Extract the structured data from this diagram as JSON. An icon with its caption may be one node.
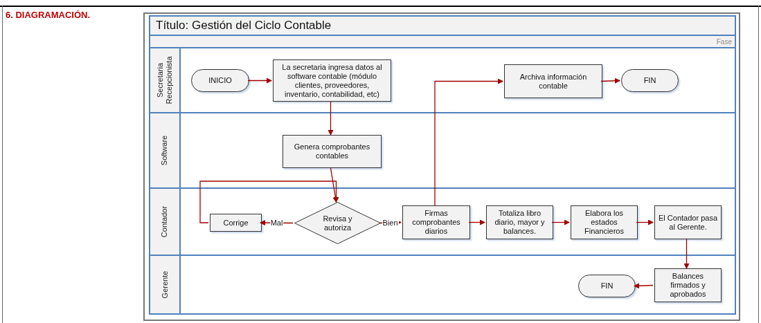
{
  "diagram": {
    "title": "Título: Gestión del Ciclo Contable",
    "nodes": [
      {
        "text": [
          "Secretaria Recepcionista"
        ]
      },
      {
        "text": [
          "Software"
        ]
      },
      {
        "text": [
          "Contador"
        ]
      },
      {
        "text": [
          "Gerente"
        ]
      },
      {
        "text": [
          "INICIO"
        ],
        "in": 0
      },
      {
        "text": [
          "La secretaria ingresa datos al software contable (módulo clientes, proveedores, inventario, contabilidad, etc)"
        ],
        "in": 0
      },
      {
        "text": [
          "Archiva información contable"
        ],
        "in": 0
      },
      {
        "text": [
          "FIN"
        ],
        "in": 0
      },
      {
        "text": [
          "Genera comprobantes contables"
        ],
        "in": 1
      },
      {
        "text": [
          "Corrige"
        ],
        "in": 2
      },
      {
        "text": [
          "Revisa y autoriza"
        ],
        "in": 2
      },
      {
        "text": [
          "Firmas comprobantes diarios"
        ],
        "in": 2
      },
      {
        "text": [
          "Totaliza libro diario, mayor y balances."
        ],
        "in": 2
      },
      {
        "text": [
          "Elabora los estados Financieros"
        ],
        "in": 2
      },
      {
        "text": [
          "El Contador pasa al Gerente."
        ],
        "in": 2
      },
      {
        "text": [
          "Balances firmados y aprobados"
        ],
        "in": 3
      },
      {
        "text": [
          "FIN"
        ],
        "in": 3
      }
    ],
    "edges": [
      {
        "from": 4,
        "to": 5,
        "arrow": "to"
      },
      {
        "from": 5,
        "to": 8,
        "arrow": "to"
      },
      {
        "from": 8,
        "to": 10,
        "arrow": "to"
      },
      {
        "from": 10,
        "to": 9,
        "arrow": "to",
        "label": "Mal"
      },
      {
        "from": 9,
        "to": 10,
        "arrow": "to"
      },
      {
        "from": 10,
        "to": 11,
        "arrow": "to",
        "label": "Bien"
      },
      {
        "from": 11,
        "to": 6,
        "arrow": "to"
      },
      {
        "from": 6,
        "to": 7,
        "arrow": "to"
      },
      {
        "from": 11,
        "to": 12,
        "arrow": "to"
      },
      {
        "from": 12,
        "to": 13,
        "arrow": "to"
      },
      {
        "from": 13,
        "to": 14,
        "arrow": "to"
      },
      {
        "from": 14,
        "to": 15,
        "arrow": "to"
      },
      {
        "from": 15,
        "to": 16,
        "arrow": "to"
      }
    ],
    "labels": [
      "6. DIAGRAMACIÓN.",
      "Fase"
    ]
  }
}
